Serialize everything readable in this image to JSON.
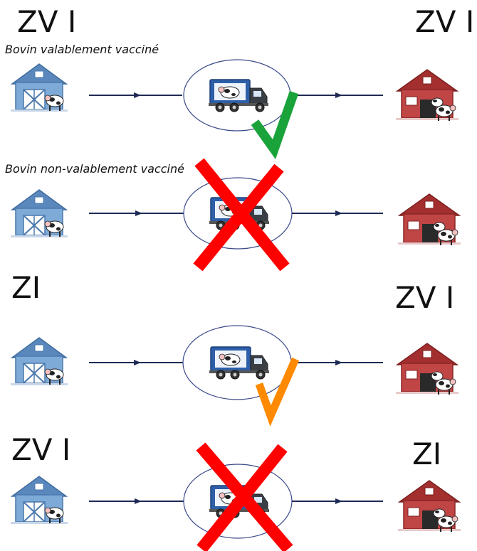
{
  "colors": {
    "arrow": "#1f2a55",
    "ellipse_stroke": "#3b4a8a",
    "barn_origin": "#6f9fd0",
    "barn_destination": "#b73a3a",
    "truck": "#2e5fa8",
    "allowed": "#1aa33a",
    "conditional": "#ff8a00",
    "forbidden": "#ff0000"
  },
  "scenarios": [
    {
      "from_zone": "ZV I",
      "to_zone": "ZV I",
      "caption": "Bovin valablement vacciné",
      "status_icon": "check-mark-icon",
      "status_color": "#1aa33a"
    },
    {
      "from_zone": "",
      "to_zone": "",
      "caption": "Bovin non-valablement vacciné",
      "status_icon": "cross-mark-icon",
      "status_color": "#ff0000"
    },
    {
      "from_zone": "ZI",
      "to_zone": "ZV I",
      "caption": "",
      "status_icon": "check-mark-icon",
      "status_color": "#ff8a00"
    },
    {
      "from_zone": "ZV I",
      "to_zone": "ZI",
      "caption": "",
      "status_icon": "cross-mark-icon",
      "status_color": "#ff0000"
    }
  ]
}
